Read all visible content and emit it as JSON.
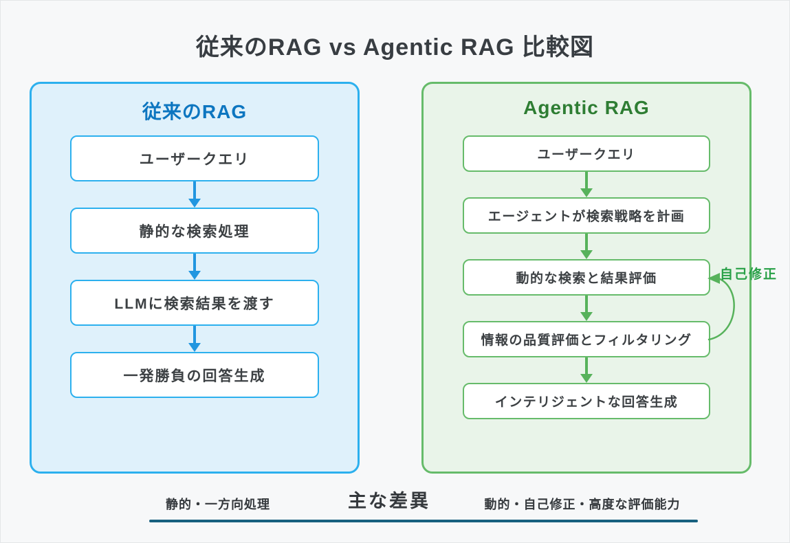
{
  "title": "従来のRAG vs Agentic RAG 比較図",
  "panels": [
    {
      "title": "従来のRAG",
      "steps": [
        "ユーザークエリ",
        "静的な検索処理",
        "LLMに検索結果を渡す",
        "一発勝負の回答生成"
      ]
    },
    {
      "title": "Agentic RAG",
      "steps": [
        "ユーザークエリ",
        "エージェントが検索戦略を計画",
        "動的な検索と結果評価",
        "情報の品質評価とフィルタリング",
        "インテリジェントな回答生成"
      ],
      "loop_label": "自己修正"
    }
  ],
  "footer": {
    "left_label": "静的・一方向処理",
    "center_label": "主な差異",
    "right_label": "動的・自己修正・高度な評価能力"
  },
  "colors": {
    "background": "#f7f8f9",
    "traditional_border": "#2cb0ee",
    "traditional_panel_bg": "#dff1fb",
    "traditional_header_text": "#0d76c0",
    "traditional_arrow": "#2196e0",
    "agentic_border": "#66bb6a",
    "agentic_panel_bg": "#e9f4e9",
    "agentic_header_text": "#2e7d33",
    "agentic_arrow": "#57b25b",
    "loop_label_text": "#28a047",
    "body_text": "#3c4043",
    "divider": "#17607f"
  }
}
